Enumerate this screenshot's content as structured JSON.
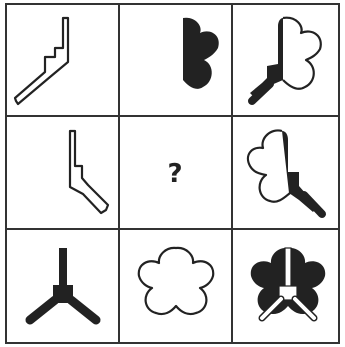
{
  "puzzle": {
    "missing_cell_label": "?",
    "colors": {
      "ink": "#222222",
      "paper": "#ffffff",
      "grid": "#333333"
    },
    "cells": [
      {
        "row": 1,
        "col": 1,
        "content": "outlined-bent-bar-icon"
      },
      {
        "row": 1,
        "col": 2,
        "content": "filled-half-flower-icon"
      },
      {
        "row": 1,
        "col": 3,
        "content": "bent-bar-with-half-flower-icon"
      },
      {
        "row": 2,
        "col": 1,
        "content": "outlined-bent-bar-mirrored-icon"
      },
      {
        "row": 2,
        "col": 2,
        "content": "question-mark"
      },
      {
        "row": 2,
        "col": 3,
        "content": "outlined-half-flower-with-filled-bar-icon"
      },
      {
        "row": 3,
        "col": 1,
        "content": "filled-tripod-icon"
      },
      {
        "row": 3,
        "col": 2,
        "content": "outlined-flower-icon"
      },
      {
        "row": 3,
        "col": 3,
        "content": "filled-flower-with-outlined-tripod-icon"
      }
    ]
  }
}
